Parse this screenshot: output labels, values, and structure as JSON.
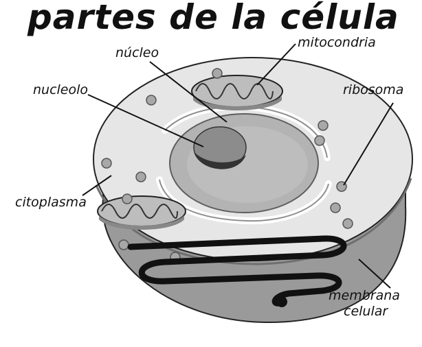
{
  "title": "partes de la célula",
  "labels": {
    "nucleo": "núcleo",
    "mitocondria": "mitocondria",
    "nucleolo": "nucleolo",
    "ribosoma": "ribosoma",
    "citoplasma": "citoplasma",
    "membrana_line1": "membrana",
    "membrana_line2": "celular"
  },
  "colors": {
    "cell_top": "#e6e6e6",
    "cell_side": "#9a9a9a",
    "nucleus": "#b3b3b3",
    "nucleolus": "#8c8c8c",
    "ink": "#111111"
  }
}
